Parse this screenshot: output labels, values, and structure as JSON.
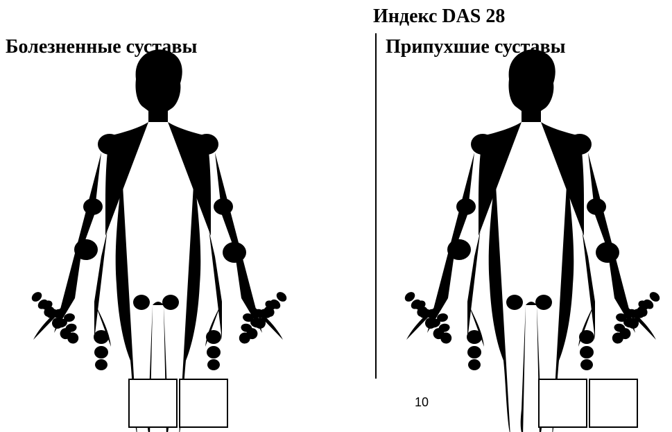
{
  "header": {
    "index_title": "Индекс DAS 28"
  },
  "sections": {
    "tender": {
      "title": "Болезненные суставы"
    },
    "swollen": {
      "title": "Припухшие суставы"
    }
  },
  "footer": {
    "page_number": "10"
  }
}
